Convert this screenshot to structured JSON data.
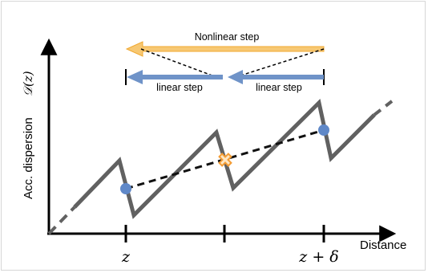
{
  "labels": {
    "nonlinear_step": "Nonlinear step",
    "linear_step_left": "linear step",
    "linear_step_right": "linear step",
    "y_axis": "Acc. dispersion",
    "y_axis_math": "𝒟(z)",
    "x_axis": "Distance",
    "tick_z": "z",
    "tick_z_delta": "z + δ"
  },
  "colors": {
    "nonlinear_arrow": "#f7c873",
    "nonlinear_arrow_edge": "#f0a830",
    "linear_arrow": "#6f93c8",
    "sawtooth": "#616161",
    "dot": "#5f88c8",
    "midpoint_marker": "#f39c34"
  }
}
